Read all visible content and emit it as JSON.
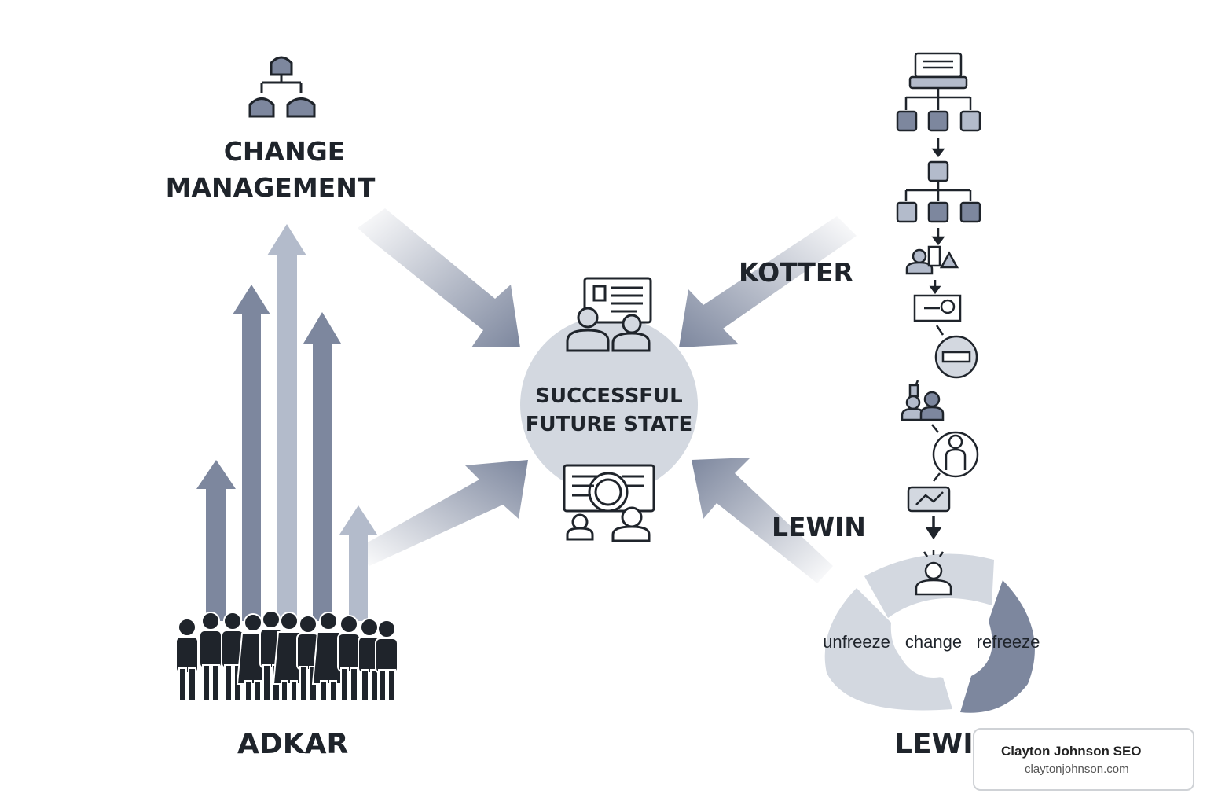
{
  "labels": {
    "change_management": "CHANGE\nMANAGEMENT",
    "kotter": "KOTTER",
    "lewin_side": "LEWIN",
    "adkar": "ADKAR",
    "lewin_bottom": "LEWIN",
    "center": "SUCCESSFUL\nFUTURE STATE",
    "cycle_unfreeze": "unfreeze",
    "cycle_change": "change",
    "cycle_refreeze": "refreeze"
  },
  "branding": {
    "name": "Clayton Johnson SEO",
    "url": "claytonjohnson.com"
  },
  "icons": [
    "org-chart-icon",
    "presentation-icon",
    "meeting-icon",
    "crowd-icon",
    "flowchart-icon",
    "person-icon"
  ],
  "colors": {
    "dark": "#1f242b",
    "slate": "#7d879e",
    "light_slate": "#b3bbcb",
    "circle": "#d3d8e0",
    "accent_red": "#e03a2f"
  }
}
